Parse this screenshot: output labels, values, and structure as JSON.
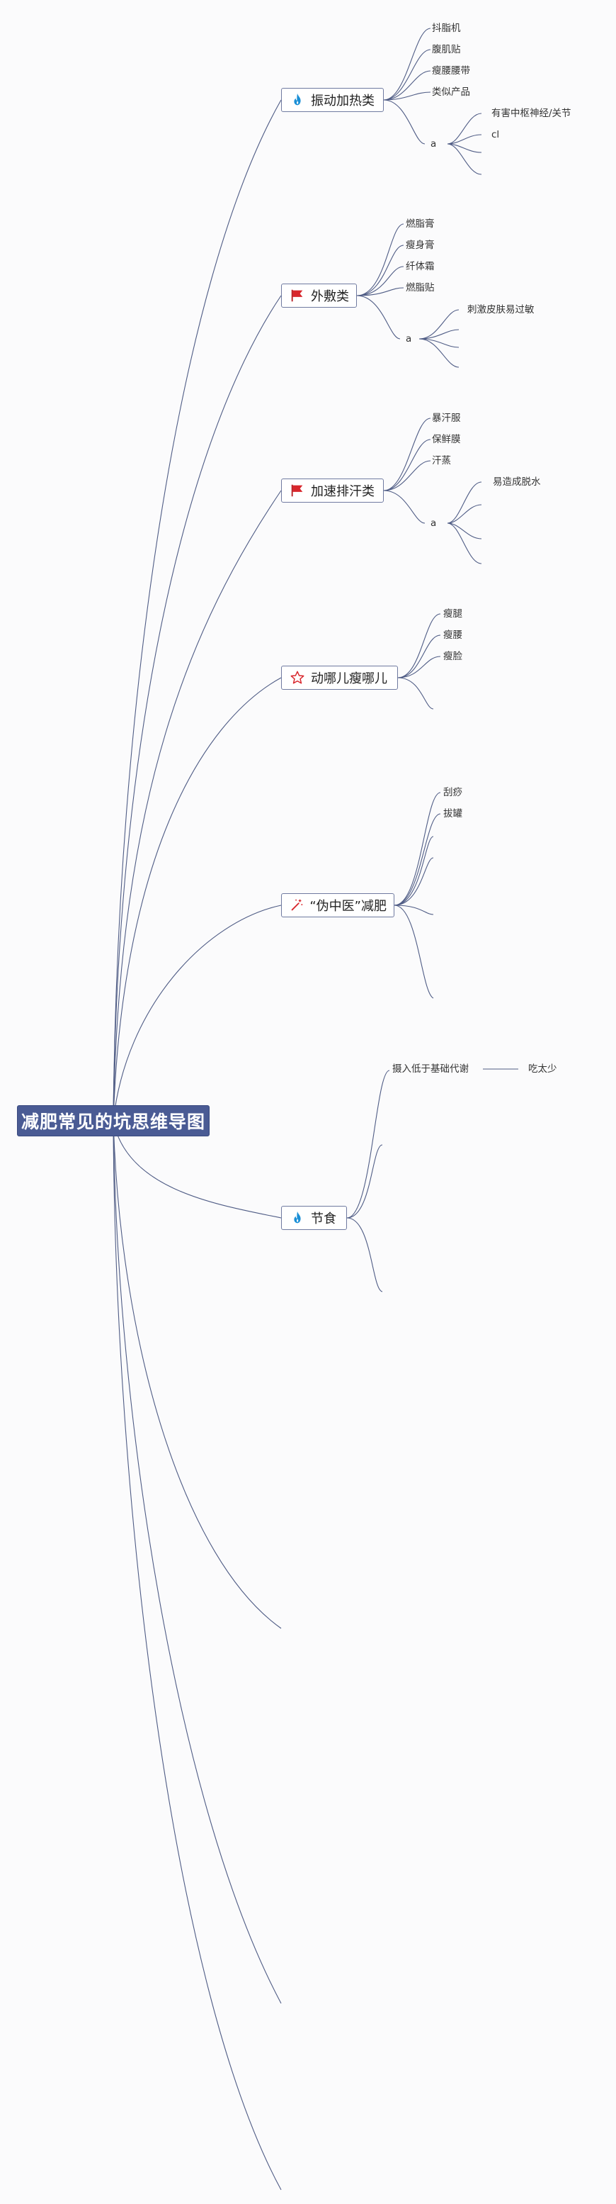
{
  "root": {
    "label": "减肥常见的坑思维导图"
  },
  "categories": [
    {
      "label": "振动加热类",
      "icon": "flame-icon",
      "children": [
        "抖脂机",
        "腹肌贴",
        "瘦腰腰带",
        "类似产品",
        "a"
      ],
      "grandchildren": [
        "有害中枢神经/关节",
        "cl"
      ]
    },
    {
      "label": "外敷类",
      "icon": "flag-icon",
      "children": [
        "燃脂膏",
        "瘦身膏",
        "纤体霜",
        "燃脂贴",
        "a"
      ],
      "grandchildren": [
        "刺激皮肤易过敏"
      ]
    },
    {
      "label": "加速排汗类",
      "icon": "flag-icon",
      "children": [
        "暴汗服",
        "保鲜膜",
        "汗蒸",
        "a"
      ],
      "grandchildren": [
        "易造成脱水"
      ]
    },
    {
      "label": "动哪儿瘦哪儿",
      "icon": "star-outline-icon",
      "children": [
        "瘦腿",
        "瘦腰",
        "瘦脸"
      ]
    },
    {
      "label": "“伪中医”减肥",
      "icon": "wand-icon",
      "children": [
        "刮痧",
        "拔罐"
      ]
    },
    {
      "label": "节食",
      "icon": "flame-icon",
      "children": [
        "摄入低于基础代谢"
      ],
      "grandchildren": [
        "吃太少"
      ]
    }
  ],
  "colors": {
    "root_bg": "#4a5b94",
    "edge": "#4f5c85",
    "flame": "#1a8fd6",
    "flag": "#d8262c",
    "star": "#d8262c"
  }
}
